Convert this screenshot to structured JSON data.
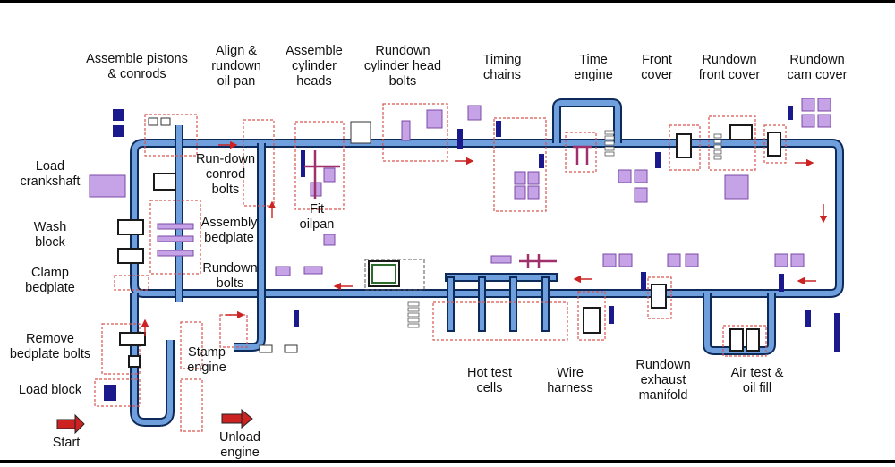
{
  "colors": {
    "conveyor_fill": "#4a7fc1",
    "conveyor_edge": "#0d2b5a",
    "station_outline": "#d9534f",
    "part_fill": "#c6a3e6",
    "part_edge": "#7b4aa5",
    "tool_fill": "#1a1a8c",
    "arrow_red": "#cc2222",
    "frame_black": "#000000"
  },
  "labels": {
    "assemble_pistons": "Assemble pistons\n& conrods",
    "align_rundown_oilpan": "Align &\nrundown\noil pan",
    "assemble_cylinder_heads": "Assemble\ncylinder\nheads",
    "rundown_cylinder_head_bolts": "Rundown\ncylinder head\nbolts",
    "timing_chains": "Timing\nchains",
    "time_engine": "Time\nengine",
    "front_cover": "Front\ncover",
    "rundown_front_cover": "Rundown\nfront cover",
    "rundown_cam_cover": "Rundown\ncam cover",
    "load_crankshaft": "Load\ncrankshaft",
    "run_down_conrod_bolts": "Run-down\nconrod\nbolts",
    "fit_oilpan": "Fit\noilpan",
    "wash_block": "Wash\nblock",
    "assembly_bedplate": "Assembly\nbedplate",
    "clamp_bedplate": "Clamp\nbedplate",
    "rundown_bolts": "Rundown\nbolts",
    "remove_bedplate_bolts": "Remove\nbedplate bolts",
    "stamp_engine": "Stamp\nengine",
    "load_block": "Load block",
    "start": "Start",
    "unload_engine": "Unload\nengine",
    "hot_test_cells": "Hot test\ncells",
    "wire_harness": "Wire\nharness",
    "rundown_exhaust_manifold": "Rundown\nexhaust\nmanifold",
    "air_test_oil_fill": "Air test &\noil fill"
  }
}
